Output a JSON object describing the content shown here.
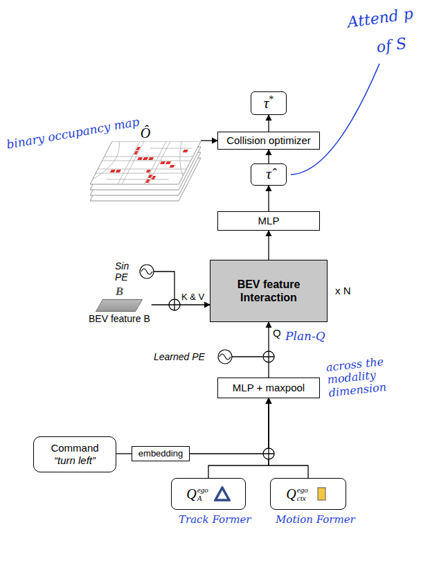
{
  "diagram": {
    "nodes": [
      {
        "text": [
          "τ",
          "*"
        ]
      },
      {
        "text": [
          "Collision optimizer"
        ]
      },
      {
        "text": [
          "τ̂"
        ]
      },
      {
        "text": [
          "MLP"
        ]
      },
      {
        "text": [
          "BEV feature Interaction"
        ]
      },
      {
        "text": [
          "MLP + maxpool"
        ]
      },
      {
        "text": [
          "Command",
          "“turn left”"
        ]
      },
      {
        "text": [
          "embedding"
        ]
      },
      {
        "text": [
          "Q",
          "ego",
          "A"
        ]
      },
      {
        "text": [
          "Q",
          "ego",
          "ctx"
        ]
      },
      {
        "text": [
          "B",
          "BEV feature B"
        ]
      },
      {
        "text": [
          "Ô"
        ]
      }
    ],
    "edges": [
      {
        "from": 1,
        "to": 0,
        "arrow": "to"
      },
      {
        "from": 2,
        "to": 1,
        "arrow": "to"
      },
      {
        "from": 3,
        "to": 2,
        "arrow": "to"
      },
      {
        "from": 4,
        "to": 3,
        "arrow": "to"
      },
      {
        "from": 5,
        "to": 4,
        "label": "Q",
        "arrow": "to"
      },
      {
        "from": 10,
        "to": 4,
        "label": "K & V",
        "arrow": "to"
      },
      {
        "from": 11,
        "to": 1,
        "arrow": "to"
      },
      {
        "from": 6,
        "to": 7,
        "arrow": "none"
      },
      {
        "from": 7,
        "to": 5,
        "arrow": "to"
      },
      {
        "from": 8,
        "to": 5,
        "arrow": "to"
      },
      {
        "from": 9,
        "to": 5,
        "arrow": "to"
      }
    ],
    "labels": [
      "x N",
      "Sin PE",
      "Learned PE",
      "binary occupancy map",
      "Attend p",
      "of S",
      "Plan-Q",
      "across the modality dimension",
      "Track Former",
      "Motion Former"
    ]
  }
}
